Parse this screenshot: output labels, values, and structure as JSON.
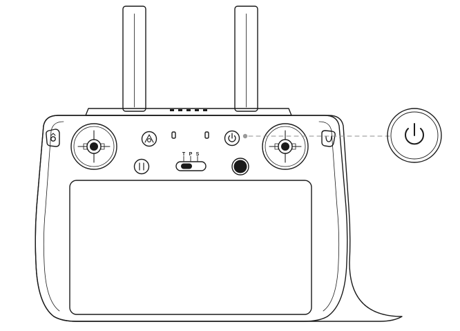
{
  "diagram": {
    "device": "remote-controller",
    "callout": "power-button",
    "flight_mode_switch": {
      "labels": [
        "T",
        "P",
        "S"
      ]
    },
    "colors": {
      "stroke": "#1a1a1a",
      "callout_line": "#8c8c8c",
      "callout_dot": "#999999",
      "background": "#ffffff"
    },
    "icons": [
      "power-icon",
      "return-to-home-icon",
      "pause-icon",
      "camera-icon",
      "customizable-button-icon"
    ]
  }
}
